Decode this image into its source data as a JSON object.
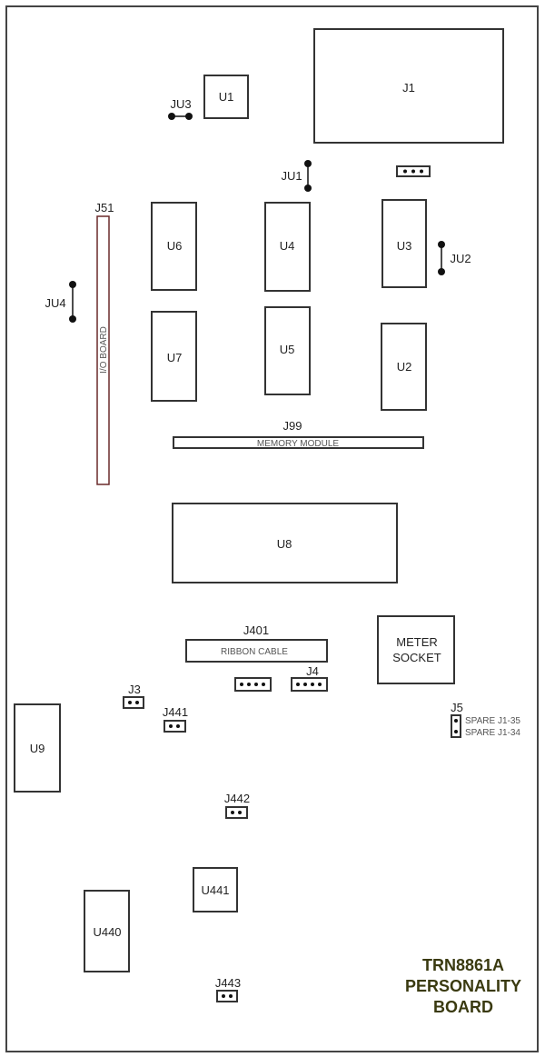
{
  "board": {
    "title_lines": [
      "TRN8861A",
      "PERSONALITY",
      "BOARD"
    ],
    "title_color": "#3a3a10"
  },
  "components": {
    "J1": "J1",
    "U1": "U1",
    "JU3": "JU3",
    "JU1": "JU1",
    "JU2": "JU2",
    "JU4": "JU4",
    "J51": "J51",
    "J51_text": "I/O BOARD",
    "U6": "U6",
    "U4": "U4",
    "U3": "U3",
    "U7": "U7",
    "U5": "U5",
    "U2": "U2",
    "J99": "J99",
    "J99_text": "MEMORY MODULE",
    "U8": "U8",
    "J401": "J401",
    "J401_text": "RIBBON CABLE",
    "meter_line1": "METER",
    "meter_line2": "SOCKET",
    "J4": "J4",
    "J3": "J3",
    "J441": "J441",
    "J5": "J5",
    "J5_pin1": "SPARE J1-35",
    "J5_pin2": "SPARE J1-34",
    "U9": "U9",
    "J442": "J442",
    "U441": "U441",
    "U440": "U440",
    "J443": "J443"
  }
}
